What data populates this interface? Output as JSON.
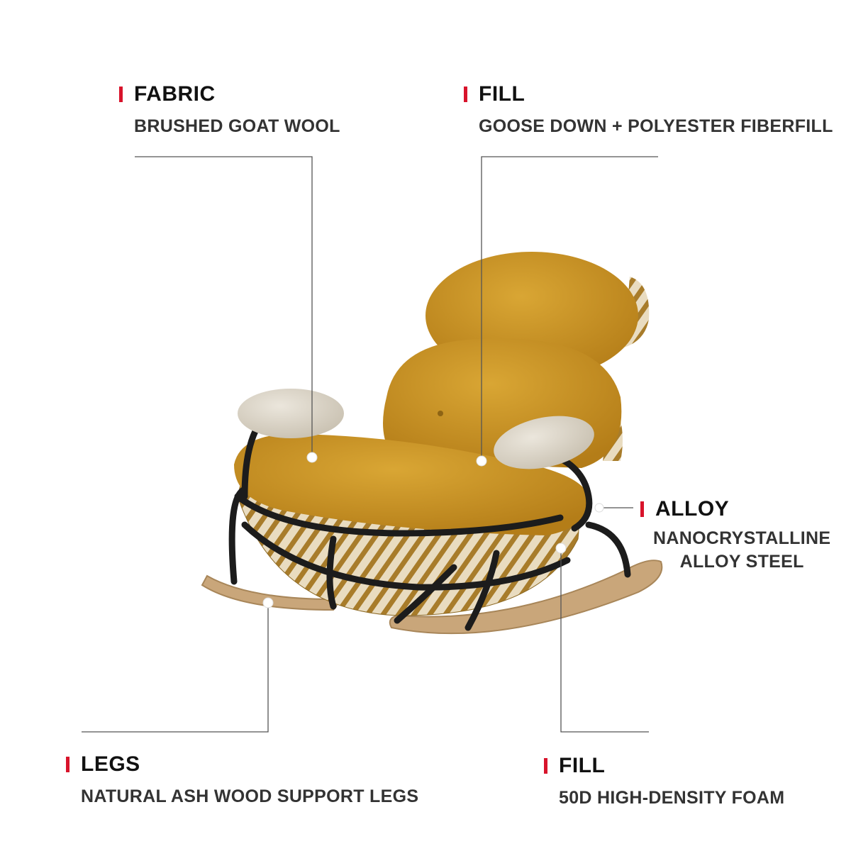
{
  "callouts": {
    "fabric": {
      "title": "FABRIC",
      "subtitle": "BRUSHED GOAT WOOL"
    },
    "fill_top": {
      "title": "FILL",
      "subtitle": "GOOSE DOWN + POLYESTER FIBERFILL"
    },
    "alloy": {
      "title": "ALLOY",
      "subtitle_line1": "NANOCRYSTALLINE",
      "subtitle_line2": "ALLOY STEEL"
    },
    "legs": {
      "title": "LEGS",
      "subtitle": "NATURAL ASH WOOD SUPPORT LEGS"
    },
    "fill_bottom": {
      "title": "FILL",
      "subtitle": "50D HIGH-DENSITY FOAM"
    }
  },
  "colors": {
    "accent_bar": "#d8132b",
    "cushion": "#c99322",
    "armrest": "#dcd6c9",
    "frame": "#1c1c1c",
    "wood": "#c9a67a"
  }
}
